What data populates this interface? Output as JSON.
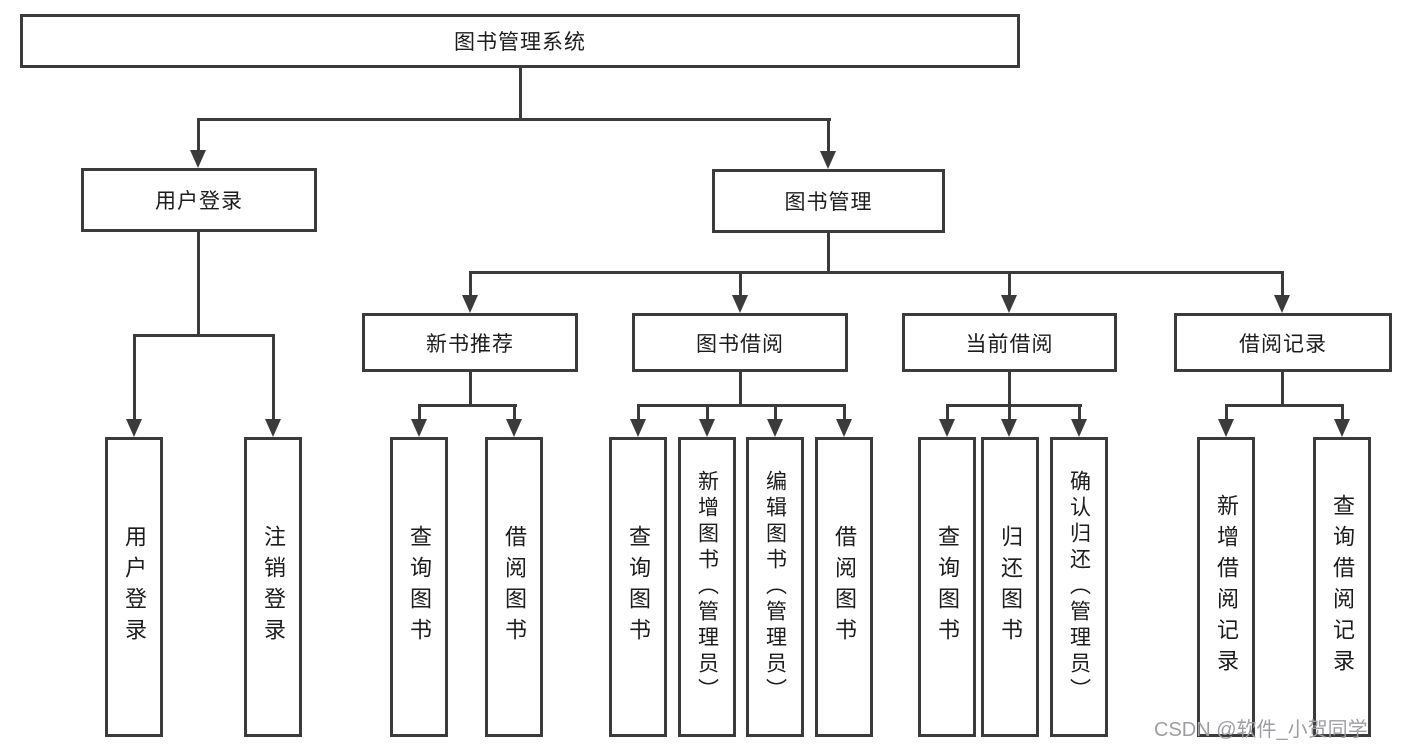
{
  "page": {
    "background_color": "#ffffff",
    "line_color": "#3b3b3b",
    "box_fill_color": "#ffffff",
    "text_color": "#1c1c1e"
  },
  "tree": {
    "root": {
      "label": "图书管理系统",
      "children": [
        {
          "label": "用户登录",
          "children": [
            {
              "label": "用户登录"
            },
            {
              "label": "注销登录"
            }
          ]
        },
        {
          "label": "图书管理",
          "children": [
            {
              "label": "新书推荐",
              "children": [
                {
                  "label": "查询图书"
                },
                {
                  "label": "借阅图书"
                }
              ]
            },
            {
              "label": "图书借阅",
              "children": [
                {
                  "label": "查询图书"
                },
                {
                  "label": "新增图书（管理员）"
                },
                {
                  "label": "编辑图书（管理员）"
                },
                {
                  "label": "借阅图书"
                }
              ]
            },
            {
              "label": "当前借阅",
              "children": [
                {
                  "label": "查询图书"
                },
                {
                  "label": "归还图书"
                },
                {
                  "label": "确认归还（管理员）"
                }
              ]
            },
            {
              "label": "借阅记录",
              "children": [
                {
                  "label": "新增借阅记录"
                },
                {
                  "label": "查询借阅记录"
                }
              ]
            }
          ]
        }
      ]
    }
  },
  "watermark": {
    "text": "CSDN @软件_小贺同学",
    "color": "#9e9ea2"
  }
}
